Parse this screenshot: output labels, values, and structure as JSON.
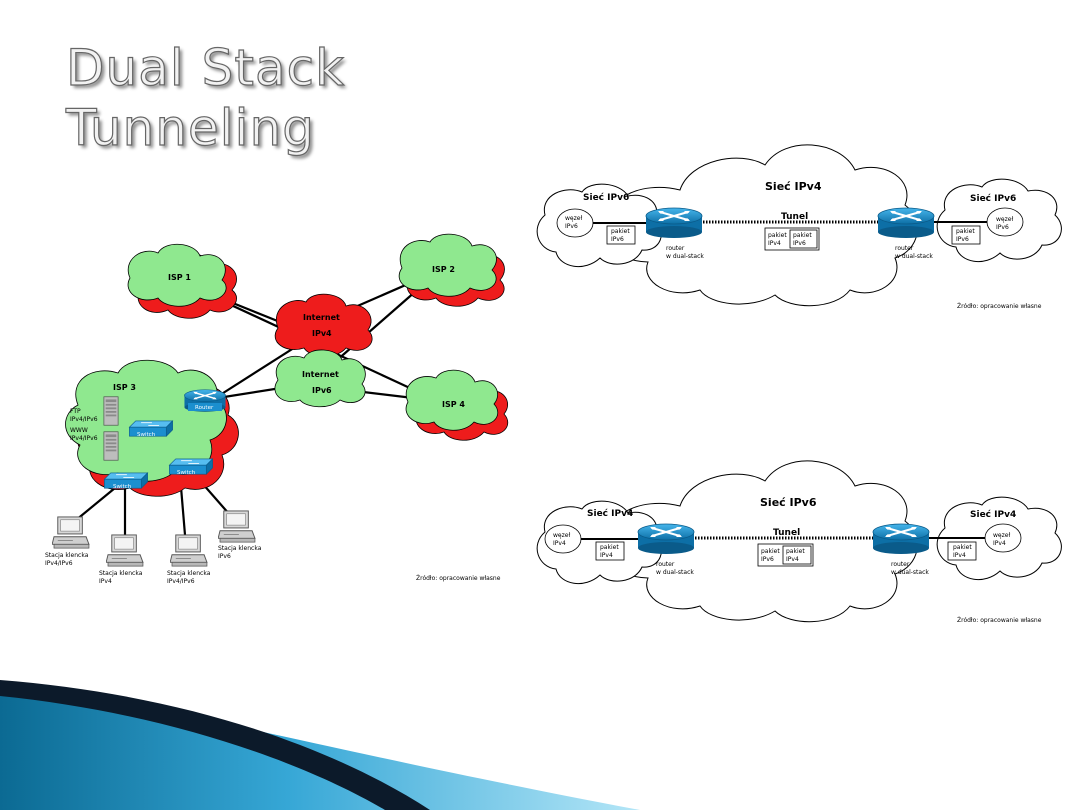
{
  "title": {
    "line1": "Dual Stack",
    "line2": "Tunneling"
  },
  "colors": {
    "red_cloud": "#ee1c1c",
    "green_cloud": "#8fe88f",
    "device_blue": "#1b8fcf",
    "deco_dark": "#0c1a2a",
    "deco_light": "#7fd4f0"
  },
  "topology": {
    "isp1": "ISP 1",
    "isp2": "ISP 2",
    "isp3": "ISP 3",
    "isp4": "ISP 4",
    "internet_v4": {
      "line1": "Internet",
      "line2": "IPv4"
    },
    "internet_v6": {
      "line1": "Internet",
      "line2": "IPv6"
    },
    "router": "Router",
    "switch": "Switch",
    "ftp": {
      "line1": "FTP",
      "line2": "IPv4/IPv6"
    },
    "www": {
      "line1": "WWW",
      "line2": "IPv4/IPv6"
    },
    "client1": {
      "line1": "Stacja klencka",
      "line2": "IPv4/IPv6"
    },
    "client2": {
      "line1": "Stacja klencka",
      "line2": "IPv4"
    },
    "client3": {
      "line1": "Stacja klencka",
      "line2": "IPv4/IPv6"
    },
    "client4": {
      "line1": "Stacja klencka",
      "line2": "IPv6"
    },
    "source": "Źródło: opracowanie własne"
  },
  "tunnel_top": {
    "center_net": "Sieć IPv4",
    "side_left": "Sieć IPv6",
    "side_right": "Sieć IPv6",
    "node_left": {
      "line1": "węzeł",
      "line2": "IPv6"
    },
    "node_right": {
      "line1": "węzeł",
      "line2": "IPv6"
    },
    "packet_left": {
      "line1": "pakiet",
      "line2": "IPv6"
    },
    "packet_right": {
      "line1": "pakiet",
      "line2": "IPv6"
    },
    "tunnel": "Tunel",
    "outer_packet": {
      "line1": "pakiet",
      "line2": "IPv4"
    },
    "inner_packet": {
      "line1": "pakiet",
      "line2": "IPv6"
    },
    "router_left": {
      "line1": "router",
      "line2": "w dual-stack"
    },
    "router_right": {
      "line1": "router",
      "line2": "w dual-stack"
    },
    "source": "Źródło: opracowanie własne"
  },
  "tunnel_bottom": {
    "center_net": "Sieć IPv6",
    "side_left": "Sieć IPv4",
    "side_right": "Sieć IPv4",
    "node_left": {
      "line1": "węzeł",
      "line2": "IPv4"
    },
    "node_right": {
      "line1": "węzeł",
      "line2": "IPv4"
    },
    "packet_left": {
      "line1": "pakiet",
      "line2": "IPv4"
    },
    "packet_right": {
      "line1": "pakiet",
      "line2": "IPv4"
    },
    "tunnel": "Tunel",
    "outer_packet": {
      "line1": "pakiet",
      "line2": "IPv6"
    },
    "inner_packet": {
      "line1": "pakiet",
      "line2": "IPv4"
    },
    "router_left": {
      "line1": "router",
      "line2": "w dual-stack"
    },
    "router_right": {
      "line1": "router",
      "line2": "w dual-stack"
    },
    "source": "Źródło: opracowanie własne"
  }
}
